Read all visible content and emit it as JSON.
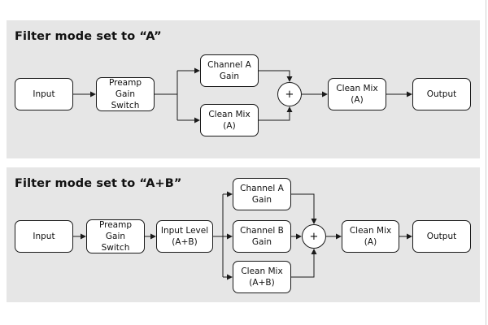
{
  "diagram_a": {
    "title": "Filter mode set to “A”",
    "input": "Input",
    "preamp": "Preamp\nGain\nSwitch",
    "channel_a": "Channel A\nGain",
    "clean_mix": "Clean Mix\n(A)",
    "sum": "+",
    "clean_mix_out": "Clean Mix\n(A)",
    "output": "Output"
  },
  "diagram_b": {
    "title": "Filter mode set to “A+B”",
    "input": "Input",
    "preamp": "Preamp\nGain\nSwitch",
    "input_level": "Input Level\n(A+B)",
    "channel_a": "Channel A\nGain",
    "channel_b": "Channel B\nGain",
    "clean_mix": "Clean Mix\n(A+B)",
    "sum": "+",
    "clean_mix_out": "Clean Mix\n(A)",
    "output": "Output"
  },
  "colors": {
    "panel": "#e6e6e6",
    "box_fill": "#ffffff",
    "stroke": "#1a1a1a"
  }
}
